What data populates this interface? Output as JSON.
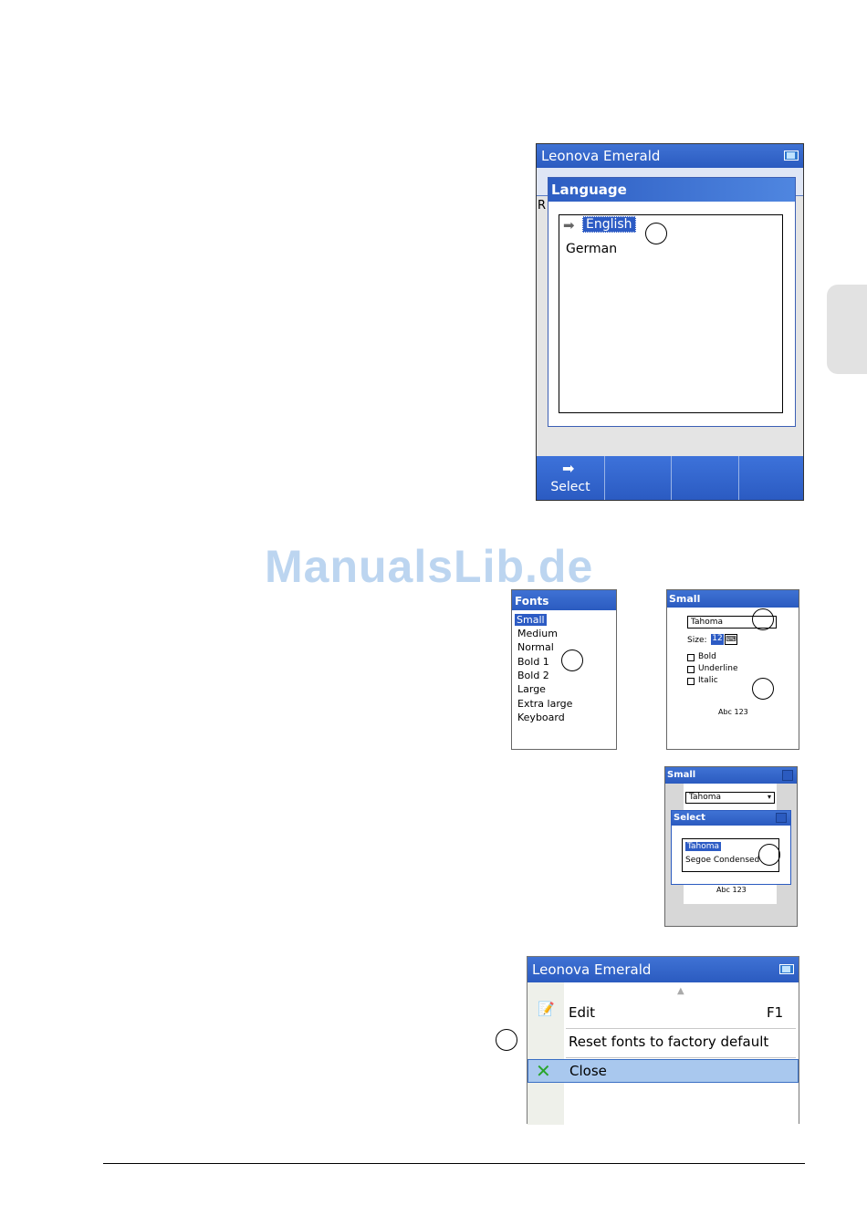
{
  "watermark": "ManualsLib.de",
  "screen_language": {
    "app_title": "Leonova Emerald",
    "dialog_title": "Language",
    "items": [
      "English",
      "German"
    ],
    "selected": "English",
    "softkey_select": "Select",
    "partial_row_char": "R"
  },
  "screen_fonts": {
    "title": "Fonts",
    "items": [
      "Small",
      "Medium",
      "Normal",
      "Bold 1",
      "Bold 2",
      "Large",
      "Extra large",
      "Keyboard"
    ],
    "selected": "Small"
  },
  "screen_small": {
    "title": "Small",
    "font_value": "Tahoma",
    "size_label": "Size:",
    "size_value": "12",
    "options": [
      "Bold",
      "Underline",
      "Italic"
    ],
    "preview": "Abc 123"
  },
  "screen_select": {
    "title": "Small",
    "font_value": "Tahoma",
    "dialog_title": "Select",
    "options": [
      "Tahoma",
      "Segoe Condensed"
    ],
    "preview": "Abc 123"
  },
  "screen_menu": {
    "app_title": "Leonova Emerald",
    "items": [
      {
        "label": "Edit",
        "shortcut": "F1"
      },
      {
        "label": "Reset fonts to factory default",
        "shortcut": ""
      },
      {
        "label": "Close",
        "shortcut": ""
      }
    ]
  },
  "colors": {
    "titlebar": "#2b5bc0",
    "selection": "#2c5bc4",
    "menu_highlight": "#a9c8ee",
    "watermark": "#bcd5f0"
  }
}
